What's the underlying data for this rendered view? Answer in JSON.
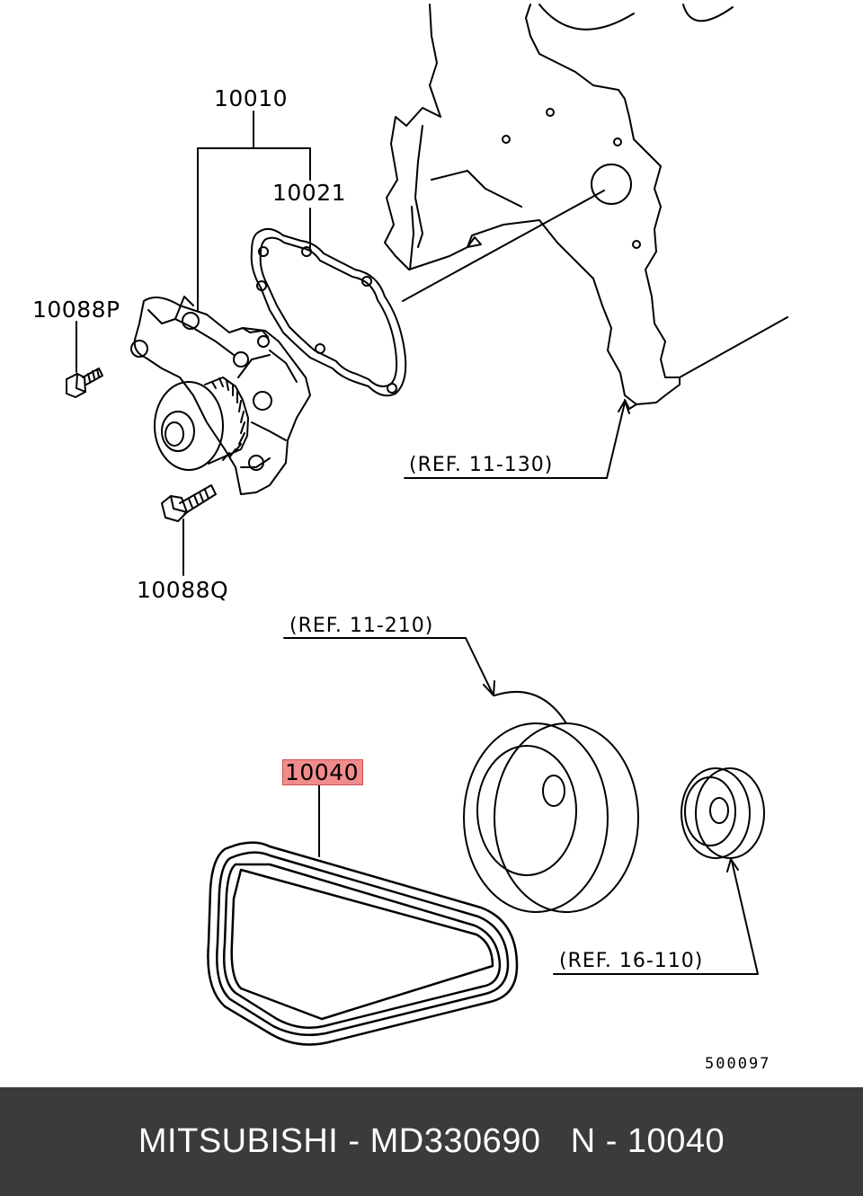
{
  "labels": {
    "water_pump": "10010",
    "gasket": "10021",
    "bolt_p": "10088P",
    "bolt_q": "10088Q",
    "belt": "10040",
    "ref_cover": "(REF. 11-130)",
    "ref_pulley": "(REF. 11-210)",
    "ref_idler": "(REF. 16-110)"
  },
  "drawing_code": "500097",
  "highlight_color": "#f08c8c",
  "footer": {
    "text": "MITSUBISHI - MD330690   N - 10040"
  }
}
